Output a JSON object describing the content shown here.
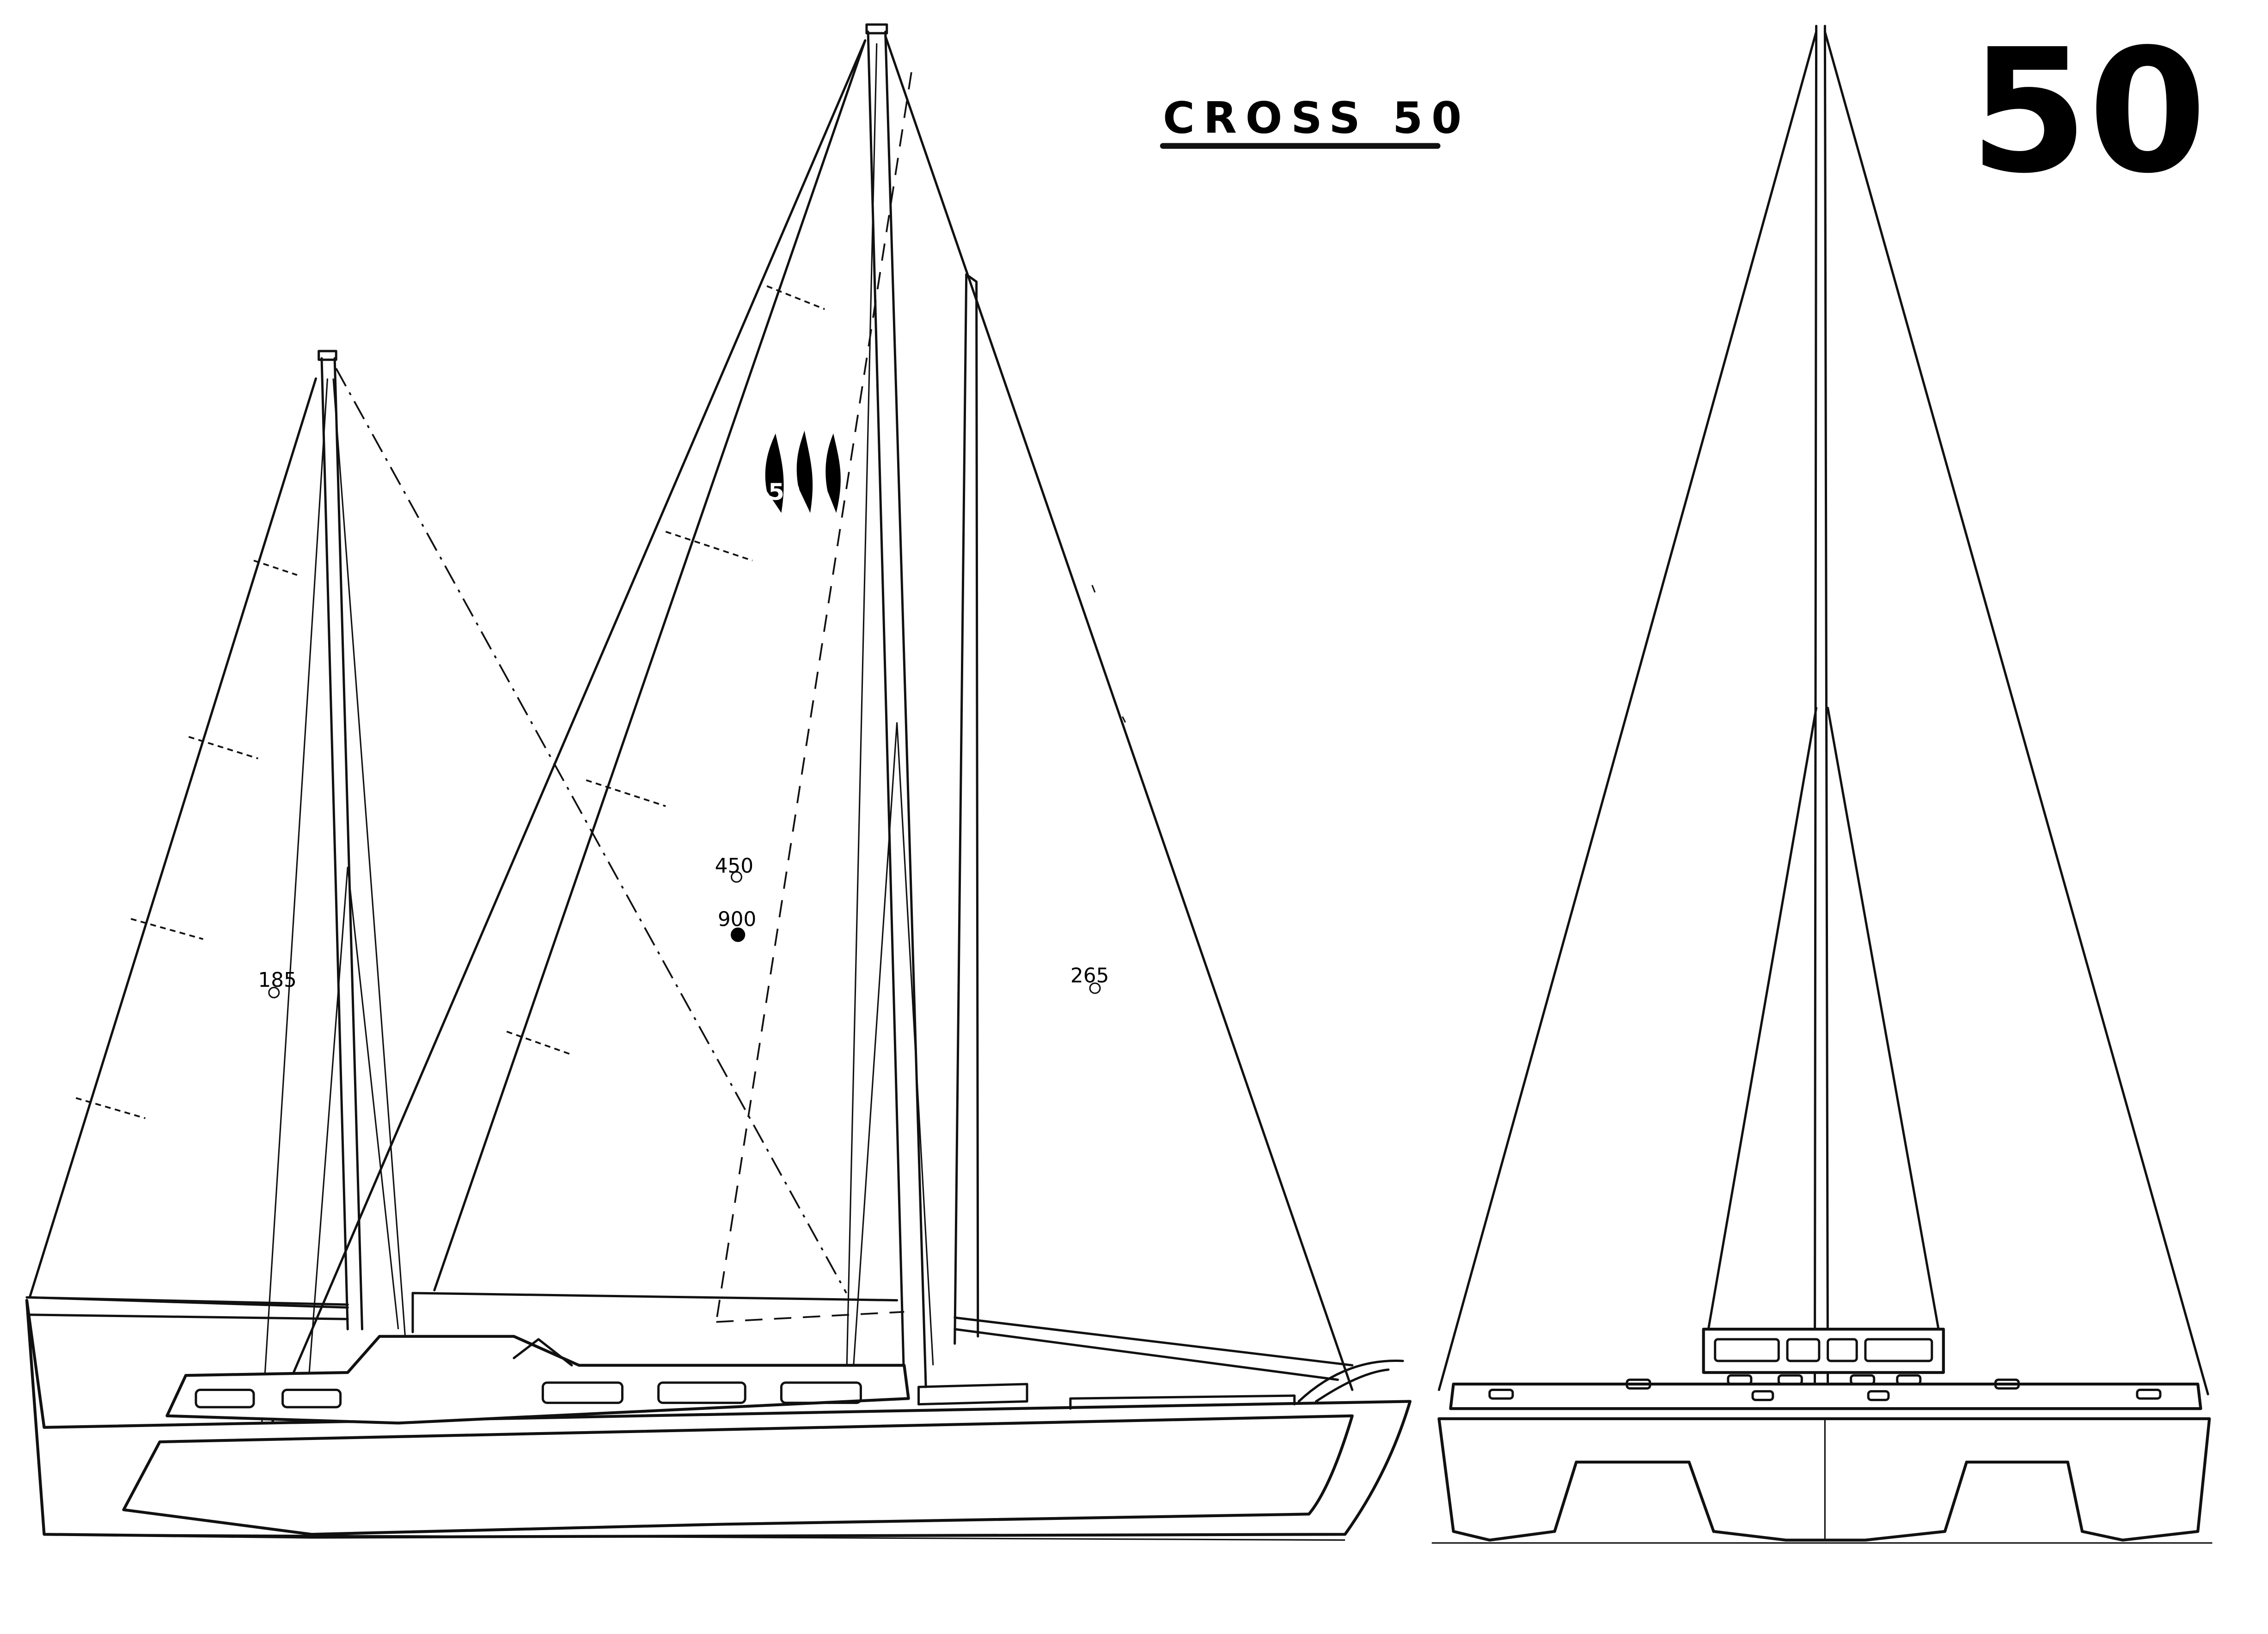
{
  "drawing": {
    "title": "CROSS 50",
    "corner_number": "50",
    "sail_logo": "50",
    "sail_areas": {
      "mizzen": "185",
      "genoa": "450",
      "drifter": "900",
      "main": "265"
    }
  }
}
